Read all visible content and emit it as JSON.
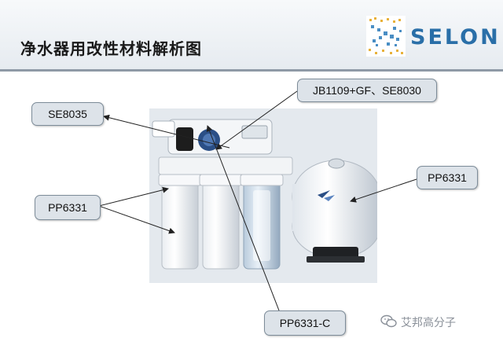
{
  "header": {
    "title": "净水器用改性材料解析图",
    "logo_text": "SELON"
  },
  "callouts": {
    "top_right": "JB1109+GF、SE8030",
    "top_left": "SE8035",
    "left": "PP6331",
    "right": "PP6331",
    "bottom": "PP6331-C"
  },
  "watermark": {
    "text": "艾邦高分子",
    "icon": "wechat-icon"
  },
  "colors": {
    "logo_blue": "#2a6fa8",
    "callout_fill": "#dde3e9",
    "callout_border": "#7d8c99"
  }
}
